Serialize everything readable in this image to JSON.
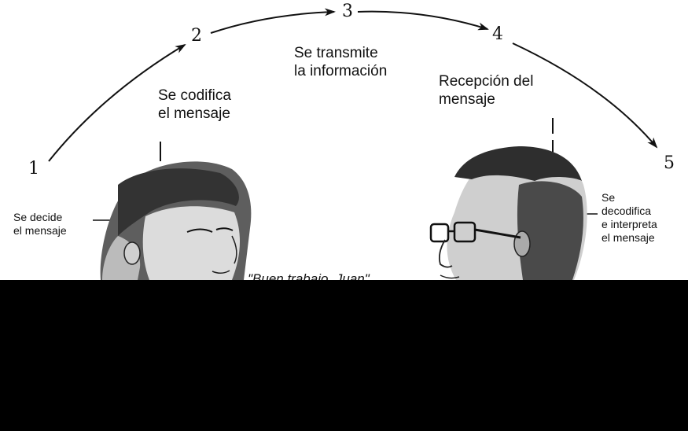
{
  "steps": [
    {
      "number": "1",
      "label": ""
    },
    {
      "number": "2",
      "label": "Se codifica\nel mensaje"
    },
    {
      "number": "3",
      "label": "Se transmite\nla información"
    },
    {
      "number": "4",
      "label": "Recepción del\nmensaje"
    },
    {
      "number": "5",
      "label": ""
    }
  ],
  "side_labels": {
    "sender": "Se decide\nel mensaje",
    "receiver": "Se\ndecodifica\ne interpreta\nel mensaje"
  },
  "quote": "\"Buen trabajo, Juan\"",
  "colors": {
    "ink": "#111111",
    "background": "#ffffff",
    "blackout": "#000000"
  },
  "illustrations": [
    "woman-head-illustration",
    "man-head-illustration"
  ]
}
